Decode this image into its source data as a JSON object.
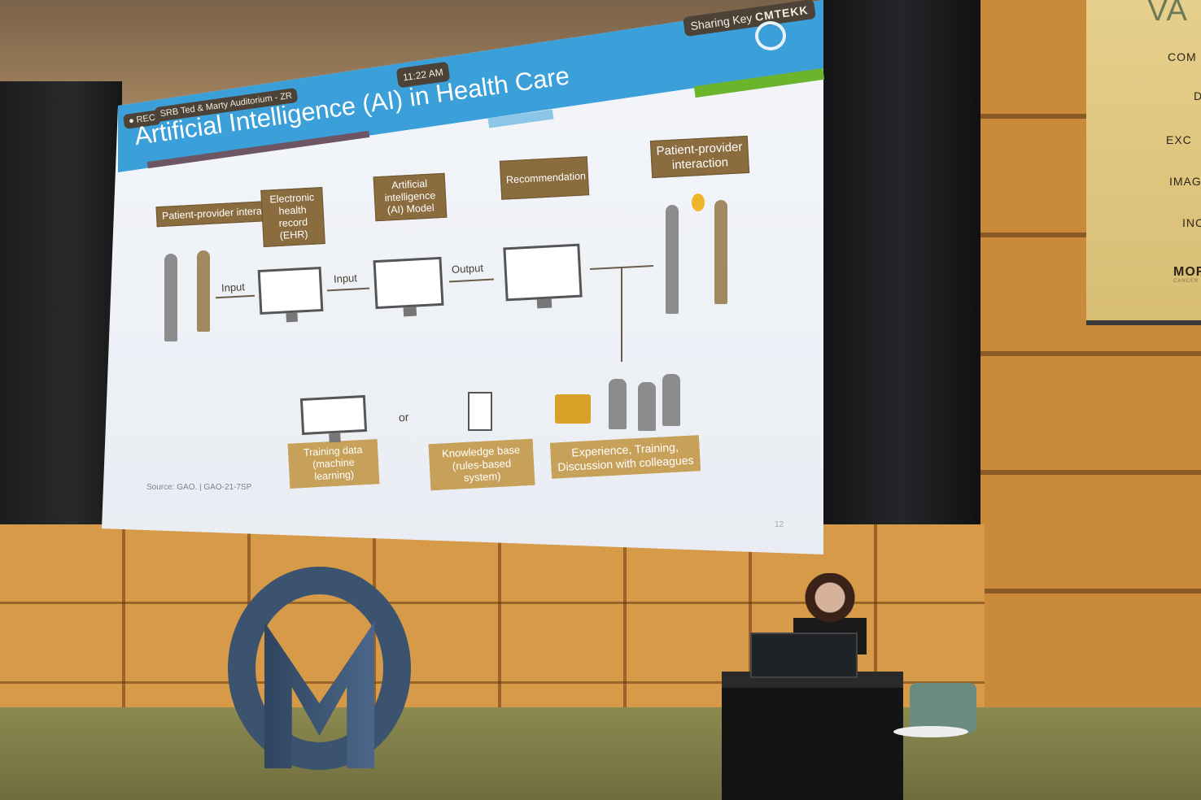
{
  "overlay": {
    "rec": "REC",
    "room": "SRB Ted & Marty Auditorium - ZR",
    "time": "11:22 AM",
    "sharing_key_label": "Sharing Key",
    "sharing_key_code": "CMTEKK"
  },
  "slide": {
    "title": "Artificial Intelligence (AI) in Health Care",
    "boxes": {
      "patient_provider_1": "Patient-provider interaction",
      "ehr": "Electronic health record (EHR)",
      "ai_model": "Artificial intelligence (AI) Model",
      "recommendation": "Recommendation",
      "patient_provider_2": "Patient-provider interaction",
      "training_data": "Training data (machine learning)",
      "knowledge_base": "Knowledge base (rules-based system)",
      "experience": "Experience, Training, Discussion with colleagues"
    },
    "arrows": {
      "input_1": "Input",
      "input_2": "Input",
      "output": "Output",
      "or": "or"
    },
    "source": "Source: GAO.  |  GAO-21-7SP",
    "page_number": "12"
  },
  "banner": {
    "heading": "VA",
    "lines": [
      "COM",
      "D",
      "EXC",
      "IMAG",
      "INC"
    ],
    "logo": "MOR",
    "logo_sub": "CANCER"
  },
  "colors": {
    "header_blue": "#3b9fd9",
    "label_brown": "#8a6c3e",
    "label_gold": "#c7a159",
    "sculpture_blue": "#3c5370"
  }
}
